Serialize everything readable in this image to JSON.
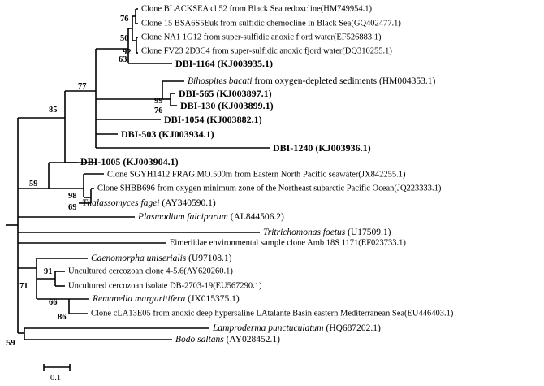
{
  "leaves": {
    "blacksea": "Clone BLACKSEA cl 52 from Black Sea redoxcline(HM749954.1)",
    "bsa6s5": "Clone 15 BSA6S5Euk from sulfidic chemocline in Black Sea(GQ402477.1)",
    "na1": "Clone NA1 1G12 from super-sulfidic anoxic fjord water(EF526883.1)",
    "fv23": "Clone FV23 2D3C4 from super-sulfidic anoxic fjord water(DQ310255.1)",
    "dbi1164": "DBI-1164 (KJ003935.1)",
    "bihospites_name": "Bihospites bacati",
    "bihospites_rest": " from oxygen-depleted sediments (HM004353.1)",
    "dbi565": "DBI-565 (KJ003897.1)",
    "dbi130": "DBI-130 (KJ003899.1)",
    "dbi1054": "DBI-1054 (KJ003882.1)",
    "dbi503": "DBI-503 (KJ003934.1)",
    "dbi1240": "DBI-1240 (KJ003936.1)",
    "dbi1005": "DBI-1005 (KJ003904.1)",
    "sgyh": "Clone SGYH1412.FRAG.MO.500m from Eastern North Pacific seawater(JX842255.1)",
    "shbb": "Clone SHBB696 from oxygen minimum zone of the Northeast subarctic Pacific Ocean(JQ223333.1)",
    "thalasso_name": "Thalassomyces fagei",
    "thalasso_rest": " (AY340590.1)",
    "plasmo_name": "Plasmodium falciparum",
    "plasmo_rest": " (AL844506.2)",
    "tritri_name": "Tritrichomonas foetus",
    "tritri_rest": " (U17509.1)",
    "eimer": "Eimeriidae environmental sample clone Amb 18S 1171(EF023733.1)",
    "caeno_name": "Caenomorpha uniserialis",
    "caeno_rest": " (U97108.1)",
    "cerco1": "Uncultured cercozoan clone 4-5.6(AY620260.1)",
    "cerco2": "Uncultured cercozoan isolate DB-2703-19(EU567290.1)",
    "remanella_name": "Remanella margaritifera",
    "remanella_rest": " (JX015375.1)",
    "cla13": "Clone cLA13E05 from anoxic deep hypersaline LAtalante Basin eastern Mediterranean Sea(EU446403.1)",
    "lampro_name": "Lamproderma punctuculatum",
    "lampro_rest": " (HQ687202.1)",
    "bodo_name": "Bodo saltans",
    "bodo_rest": " (AY028452.1)"
  },
  "bootstrap": {
    "b76a": "76",
    "b50": "50",
    "b92": "92",
    "b63": "63",
    "b77": "77",
    "b85": "85",
    "b99": "99",
    "b76b": "76",
    "b59a": "59",
    "b98": "98",
    "b69": "69",
    "b91": "91",
    "b71": "71",
    "b66": "66",
    "b86": "86",
    "b59b": "59"
  },
  "scale_bar": {
    "label": "0.1"
  }
}
